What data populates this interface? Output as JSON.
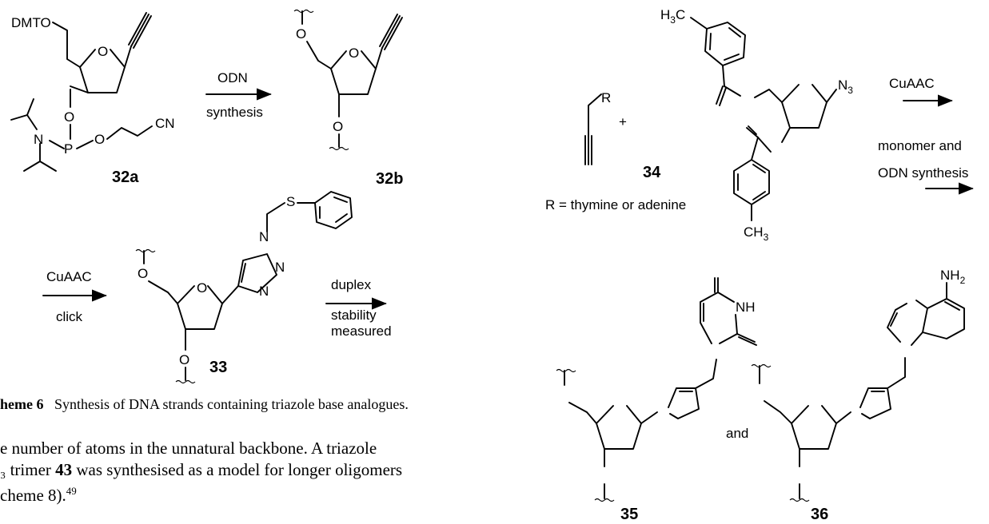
{
  "scheme_left": {
    "compounds": {
      "c32a": "32a",
      "c32b": "32b",
      "c33": "33"
    },
    "atoms": {
      "dmto": "DMTO",
      "o": "O",
      "n": "N",
      "p": "P",
      "cn": "CN",
      "s": "S"
    },
    "arrows": {
      "step1_top": "ODN",
      "step1_bottom": "synthesis",
      "step2_top": "CuAAC",
      "step2_bottom": "click",
      "step3_top": "duplex",
      "step3_bottom_1": "stability",
      "step3_bottom_2": "measured"
    },
    "caption": {
      "label": "heme 6",
      "text": "Synthesis of DNA strands containing triazole base analogues."
    }
  },
  "body_text": {
    "line1": "e number of atoms in the unnatural backbone. A triazole",
    "line2_pre": "₃ trimer ",
    "line2_bold": "43",
    "line2_post": " was synthesised as a model for longer oligomers",
    "line3": "cheme 8).",
    "line3_ref": "49"
  },
  "scheme_right": {
    "compounds": {
      "c34": "34",
      "c35": "35",
      "c36": "36"
    },
    "atoms": {
      "r": "R",
      "plus": "+",
      "h3c_h": "H",
      "h3c_sub": "3",
      "h3c_c": "C",
      "ch3_c": "CH",
      "ch3_sub": "3",
      "n3_n": "N",
      "n3_sub": "3",
      "nh": "NH",
      "nh2_n": "NH",
      "nh2_sub": "2",
      "and": "and"
    },
    "r_definition": "R = thymine or adenine",
    "arrows": {
      "top": "CuAAC",
      "bottom_1": "monomer and",
      "bottom_2": "ODN synthesis"
    }
  }
}
